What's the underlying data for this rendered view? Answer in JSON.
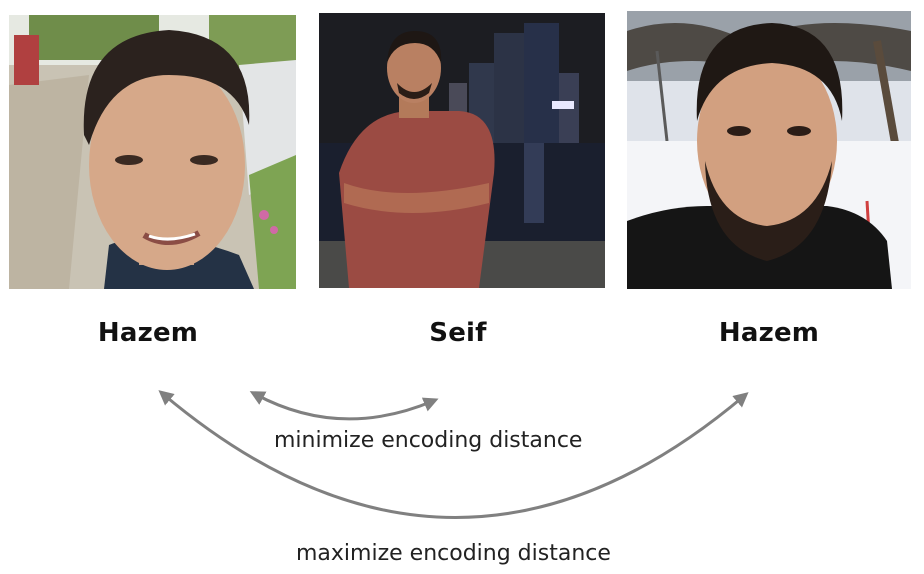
{
  "people": [
    {
      "name": "Hazem",
      "photo": "selfie-outdoor-street"
    },
    {
      "name": "Seif",
      "photo": "standing-night-cityscape"
    },
    {
      "name": "Hazem",
      "photo": "portrait-snowy-park"
    }
  ],
  "arrows": {
    "minimize_label": "minimize encoding distance",
    "maximize_label": "maximize encoding distance",
    "color": "#808080"
  }
}
